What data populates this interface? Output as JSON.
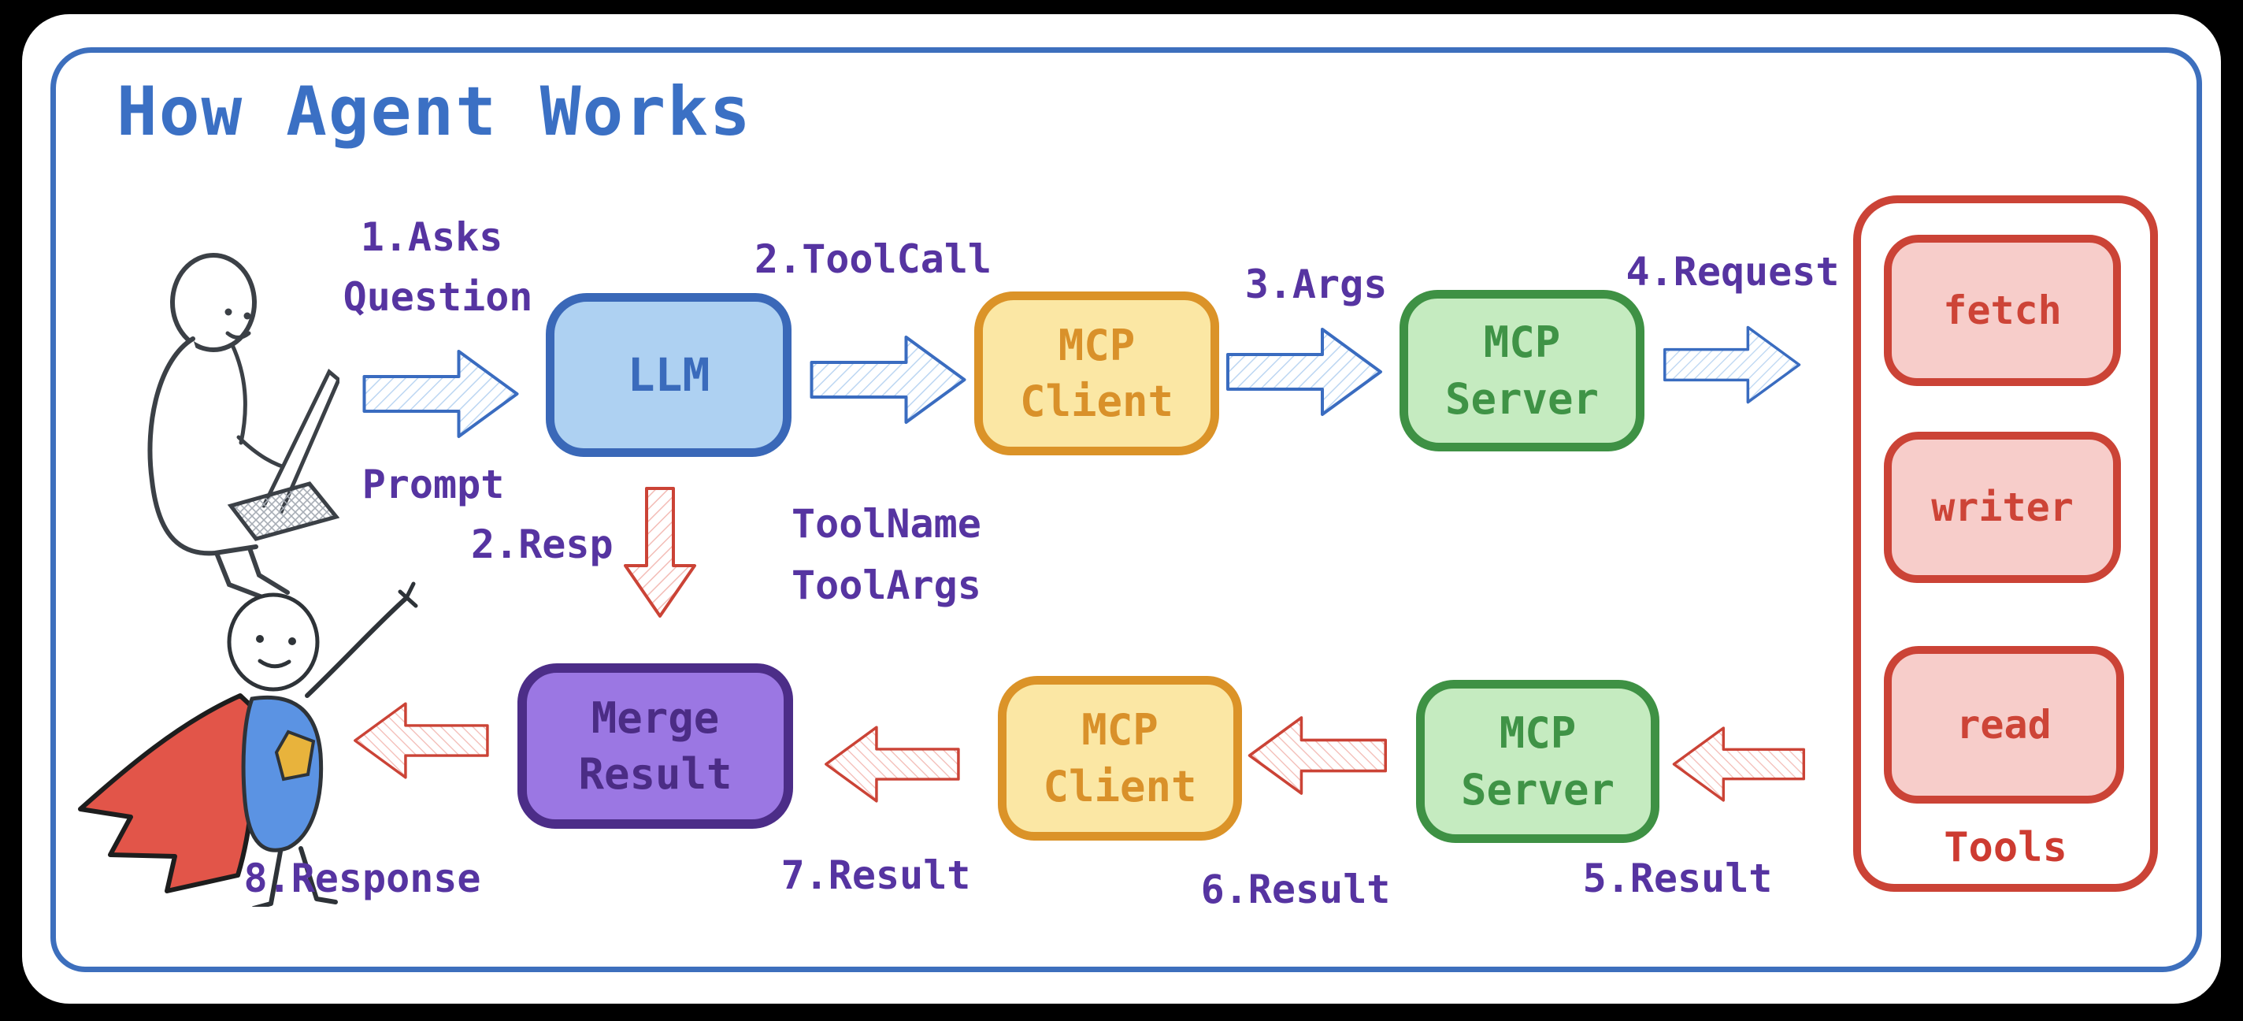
{
  "title": "How Agent Works",
  "colors": {
    "background": "#000000",
    "frame_border": "#3d6fbd",
    "title_text": "#3b70c4",
    "step_label_text": "#5634a1",
    "blue_arrow_stroke": "#3a6cc0",
    "red_arrow_stroke": "#cb4336",
    "llm_fill": "#aed1f2",
    "llm_border": "#3a68b8",
    "llm_text": "#3a6bbc",
    "mcp_client_fill": "#fbe7a4",
    "mcp_client_border": "#db9328",
    "mcp_client_text": "#d9912a",
    "mcp_server_fill": "#c5ebc0",
    "mcp_server_border": "#3e9144",
    "mcp_server_text": "#3f9346",
    "tool_fill": "#f7cdca",
    "tool_border": "#cb4336",
    "tool_text": "#cd4437",
    "merge_fill": "#9b77e3",
    "merge_border": "#4c2d88",
    "merge_text": "#4b2c85",
    "cape_red": "#e25549",
    "vest_blue": "#5b93e3",
    "emblem_gold": "#e8b33c"
  },
  "nodes": {
    "llm": {
      "label": "LLM"
    },
    "mcp_client_top": {
      "line1": "MCP",
      "line2": "Client"
    },
    "mcp_server_top": {
      "line1": "MCP",
      "line2": "Server"
    },
    "merge_result": {
      "line1": "Merge",
      "line2": "Result"
    },
    "mcp_client_bottom": {
      "line1": "MCP",
      "line2": "Client"
    },
    "mcp_server_bottom": {
      "line1": "MCP",
      "line2": "Server"
    },
    "tools": {
      "label": "Tools",
      "items": [
        "fetch",
        "writer",
        "read"
      ]
    }
  },
  "steps": {
    "s1_line1": "1.Asks",
    "s1_line2": "Question",
    "s1_sub": "Prompt",
    "s2_top": "2.ToolCall",
    "s2_sub1": "ToolName",
    "s2_sub2": "ToolArgs",
    "s2_down": "2.Resp",
    "s3": "3.Args",
    "s4": "4.Request",
    "s5": "5.Result",
    "s6": "6.Result",
    "s7": "7.Result",
    "s8": "8.Response"
  },
  "figures": {
    "user": "person-with-laptop",
    "agent": "superhero-person"
  }
}
